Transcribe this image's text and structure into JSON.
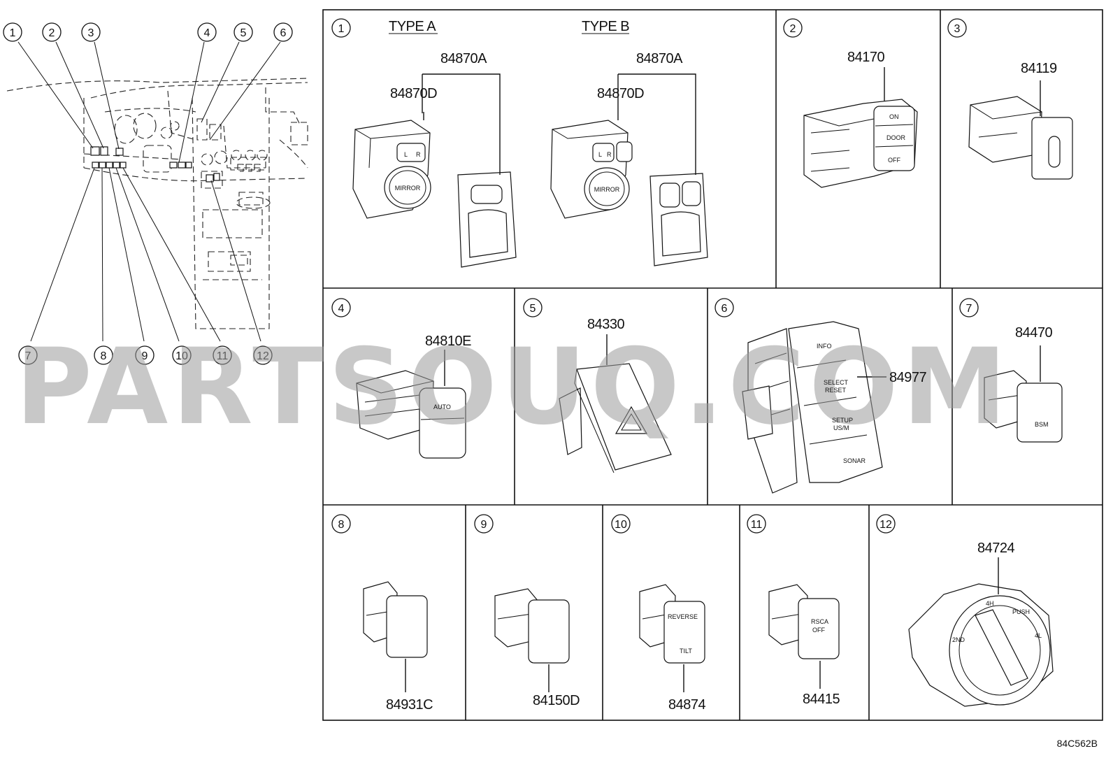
{
  "diagram_code": "84C562B",
  "watermark": "PARTSOUQ.COM",
  "overview": {
    "callouts": [
      "1",
      "2",
      "3",
      "4",
      "5",
      "6",
      "7",
      "8",
      "9",
      "10",
      "11",
      "12"
    ]
  },
  "panels": [
    {
      "id": "1",
      "labels": [
        "TYPE A",
        "TYPE B"
      ],
      "parts": [
        "84870A",
        "84870D",
        "84870A",
        "84870D"
      ],
      "marks": [
        "MIRROR",
        "L",
        "R",
        "MIRROR",
        "L",
        "R"
      ]
    },
    {
      "id": "2",
      "parts": [
        "84170"
      ],
      "marks": [
        "ON",
        "DOOR",
        "OFF"
      ]
    },
    {
      "id": "3",
      "parts": [
        "84119"
      ]
    },
    {
      "id": "4",
      "parts": [
        "84810E"
      ],
      "marks": [
        "AUTO"
      ]
    },
    {
      "id": "5",
      "parts": [
        "84330"
      ]
    },
    {
      "id": "6",
      "parts": [
        "84977"
      ],
      "marks": [
        "INFO",
        "SELECT",
        "RESET",
        "SETUP",
        "US/M",
        "SONAR"
      ]
    },
    {
      "id": "7",
      "parts": [
        "84470"
      ],
      "marks": [
        "BSM"
      ]
    },
    {
      "id": "8",
      "parts": [
        "84931C"
      ]
    },
    {
      "id": "9",
      "parts": [
        "84150D"
      ]
    },
    {
      "id": "10",
      "parts": [
        "84874"
      ],
      "marks": [
        "REVERSE",
        "TILT"
      ]
    },
    {
      "id": "11",
      "parts": [
        "84415"
      ],
      "marks": [
        "RSCA",
        "OFF"
      ]
    },
    {
      "id": "12",
      "parts": [
        "84724"
      ],
      "marks": [
        "4H",
        "PUSH",
        "4L",
        "2ND"
      ]
    }
  ]
}
